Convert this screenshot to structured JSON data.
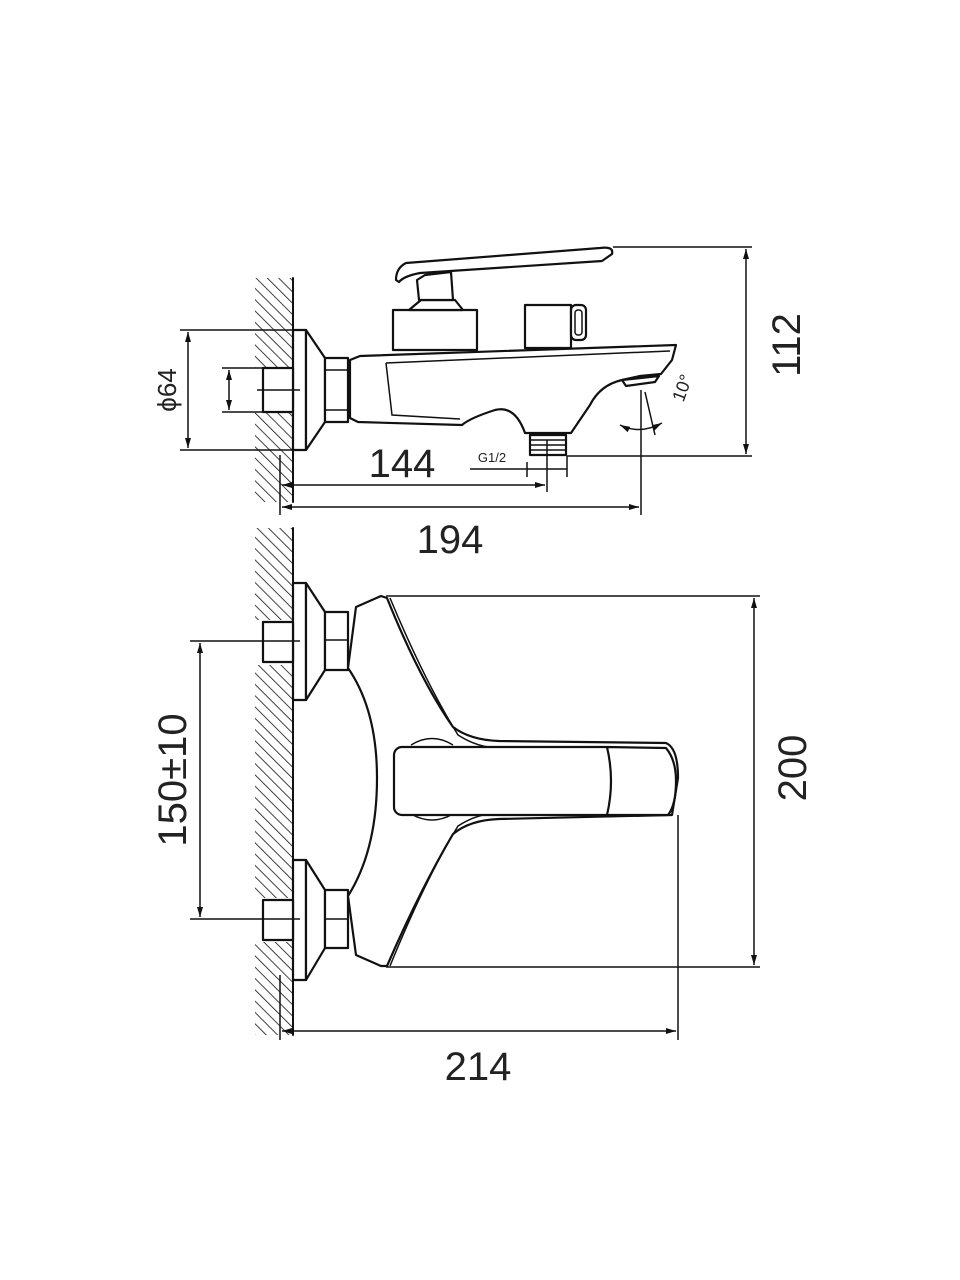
{
  "drawing": {
    "title": "Bath mixer dimension drawing",
    "colors": {
      "line": "#111111",
      "background": "#ffffff"
    },
    "side_view": {
      "dimensions": {
        "height": "112",
        "escutcheon_diameter": "ϕ64",
        "outlet_distance": "144",
        "spout_reach": "194",
        "thread": "G1/2",
        "spout_angle": "10°"
      }
    },
    "top_view": {
      "dimensions": {
        "inlet_spacing": "150±10",
        "depth": "200",
        "overall_length": "214"
      }
    }
  }
}
